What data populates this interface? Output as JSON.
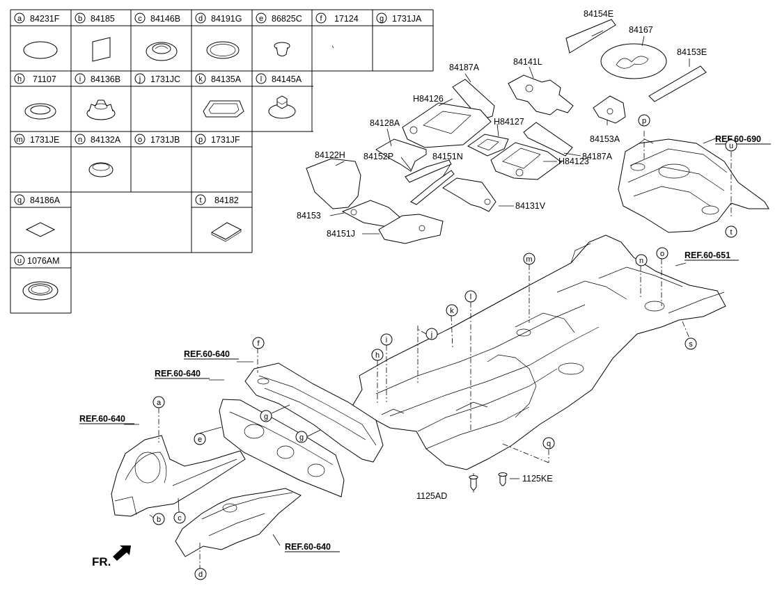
{
  "legend": {
    "cells": [
      {
        "letter": "a",
        "code": "84231F"
      },
      {
        "letter": "b",
        "code": "84185"
      },
      {
        "letter": "c",
        "code": "84146B"
      },
      {
        "letter": "d",
        "code": "84191G"
      },
      {
        "letter": "e",
        "code": "86825C"
      },
      {
        "letter": "f",
        "code": "17124"
      },
      {
        "letter": "g",
        "code": "1731JA"
      },
      {
        "letter": "h",
        "code": "71107"
      },
      {
        "letter": "i",
        "code": "84136B"
      },
      {
        "letter": "j",
        "code": "1731JC"
      },
      {
        "letter": "k",
        "code": "84135A"
      },
      {
        "letter": "l",
        "code": "84145A"
      },
      {
        "letter": "m",
        "code": "1731JE"
      },
      {
        "letter": "n",
        "code": "84132A"
      },
      {
        "letter": "o",
        "code": "1731JB"
      },
      {
        "letter": "p",
        "code": "1731JF"
      },
      {
        "letter": "q",
        "code": "84186A"
      },
      {
        "letter": "t",
        "code": "84182"
      },
      {
        "letter": "u",
        "code": "1076AM"
      }
    ]
  },
  "parts": [
    {
      "id": "84154E",
      "label": "84154E"
    },
    {
      "id": "84167",
      "label": "84167"
    },
    {
      "id": "84153E",
      "label": "84153E"
    },
    {
      "id": "84187A-top",
      "label": "84187A"
    },
    {
      "id": "84141L",
      "label": "84141L"
    },
    {
      "id": "H84126",
      "label": "H84126"
    },
    {
      "id": "H84127",
      "label": "H84127"
    },
    {
      "id": "84153A",
      "label": "84153A"
    },
    {
      "id": "84187A-right",
      "label": "84187A"
    },
    {
      "id": "84128A",
      "label": "84128A"
    },
    {
      "id": "84122H",
      "label": "84122H"
    },
    {
      "id": "84151N",
      "label": "84151N"
    },
    {
      "id": "84152P",
      "label": "84152P"
    },
    {
      "id": "H84123",
      "label": "H84123"
    },
    {
      "id": "84131V",
      "label": "84131V"
    },
    {
      "id": "84153",
      "label": "84153"
    },
    {
      "id": "84151J",
      "label": "84151J"
    },
    {
      "id": "1125AD",
      "label": "1125AD"
    },
    {
      "id": "1125KE",
      "label": "1125KE"
    }
  ],
  "refs": [
    {
      "id": "ref-690",
      "label": "REF.60-690"
    },
    {
      "id": "ref-651",
      "label": "REF.60-651"
    },
    {
      "id": "ref-640-cowl",
      "label": "REF.60-640"
    },
    {
      "id": "ref-640-dash",
      "label": "REF.60-640"
    },
    {
      "id": "ref-640-left",
      "label": "REF.60-640"
    },
    {
      "id": "ref-640-bottom",
      "label": "REF.60-640"
    }
  ],
  "callouts": [
    "a",
    "b",
    "c",
    "d",
    "e",
    "f",
    "g",
    "g",
    "h",
    "i",
    "j",
    "k",
    "l",
    "m",
    "n",
    "o",
    "p",
    "q",
    "s",
    "t",
    "u"
  ],
  "front_label": "FR."
}
